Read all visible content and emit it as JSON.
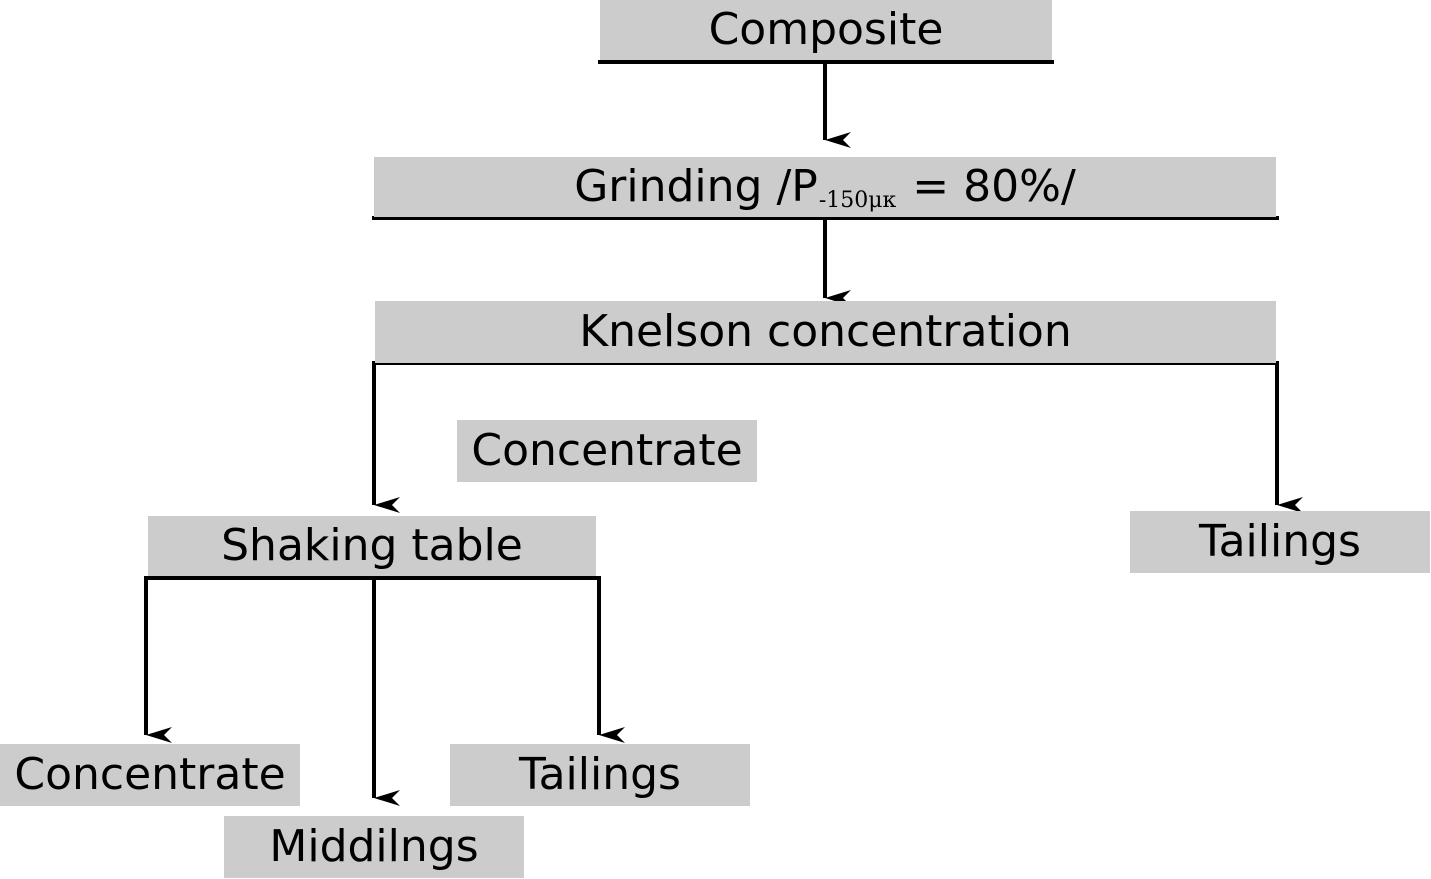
{
  "colors": {
    "box_fill": "#cccccc",
    "line": "#000000",
    "text": "#000000"
  },
  "nodes": {
    "composite": "Composite",
    "grinding": {
      "prefix": "Grinding /P",
      "subscript": "-150μκ",
      "suffix": " = 80%/"
    },
    "knelson": "Knelson concentration",
    "knelson_concentrate": "Concentrate",
    "knelson_tailings": "Tailings",
    "shaking_table": "Shaking table",
    "shaking_concentrate": "Concentrate",
    "shaking_middlings": "Middilngs",
    "shaking_tailings": "Tailings"
  }
}
